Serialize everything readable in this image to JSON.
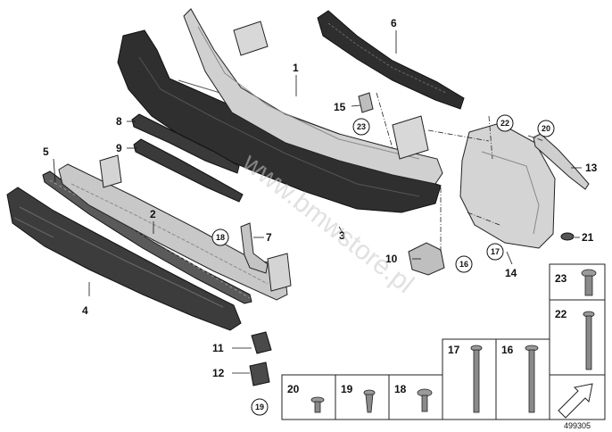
{
  "diagram": {
    "figure_id": "499305",
    "watermark": "www.bmwstore.pl",
    "callouts": {
      "c1": "1",
      "c2": "2",
      "c3": "3",
      "c4": "4",
      "c5": "5",
      "c6": "6",
      "c7": "7",
      "c8": "8",
      "c9": "9",
      "c10": "10",
      "c11": "11",
      "c12": "12",
      "c13": "13",
      "c14": "14",
      "c15": "15",
      "c21": "21"
    },
    "circled": {
      "r16": "16",
      "r17": "17",
      "r18": "18",
      "r19": "19",
      "r20": "20",
      "r22": "22",
      "r23": "23"
    },
    "fastener_table": {
      "f17": "17",
      "f16": "16",
      "f23": "23",
      "f22": "22",
      "f20": "20",
      "f19": "19",
      "f18": "18"
    }
  }
}
